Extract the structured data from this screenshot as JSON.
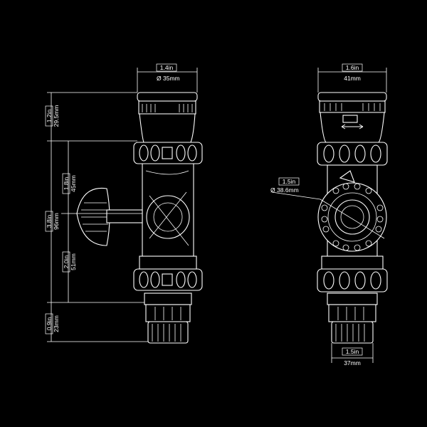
{
  "diagram": {
    "left_view": {
      "top_width_in": "1.4in",
      "top_width_mm": "35mm",
      "dim_cap_in": "1.2in",
      "dim_cap_mm": "29.5mm",
      "dim_upper_in": "1.8in",
      "dim_upper_mm": "45mm",
      "dim_body_in": "3.8in",
      "dim_body_mm": "96mm",
      "dim_lower_in": "2.0in",
      "dim_lower_mm": "51mm",
      "dim_base_in": "0.9in",
      "dim_base_mm": "23mm"
    },
    "right_view": {
      "top_width_in": "1.6in",
      "top_width_mm": "41mm",
      "ring_dia_in": "1.5in",
      "ring_dia_mm": "38.6mm",
      "bottom_width_in": "1.5in",
      "bottom_width_mm": "37mm"
    },
    "diameter_symbol": "Ø"
  }
}
